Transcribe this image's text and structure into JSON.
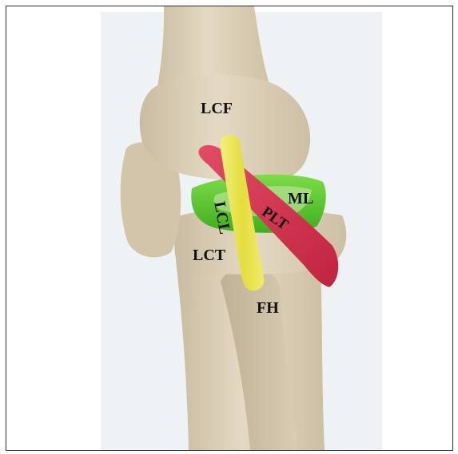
{
  "labels": {
    "lcf": "LCF",
    "ml": "ML",
    "lcl": "LCL",
    "plt": "PLT",
    "lct": "LCT",
    "fh": "FH"
  },
  "colors": {
    "bone": "#ddd0b6",
    "meniscus": "#5fcf2e",
    "lcl_ligament": "#e9e24a",
    "plt_tendon": "#d8344f"
  }
}
